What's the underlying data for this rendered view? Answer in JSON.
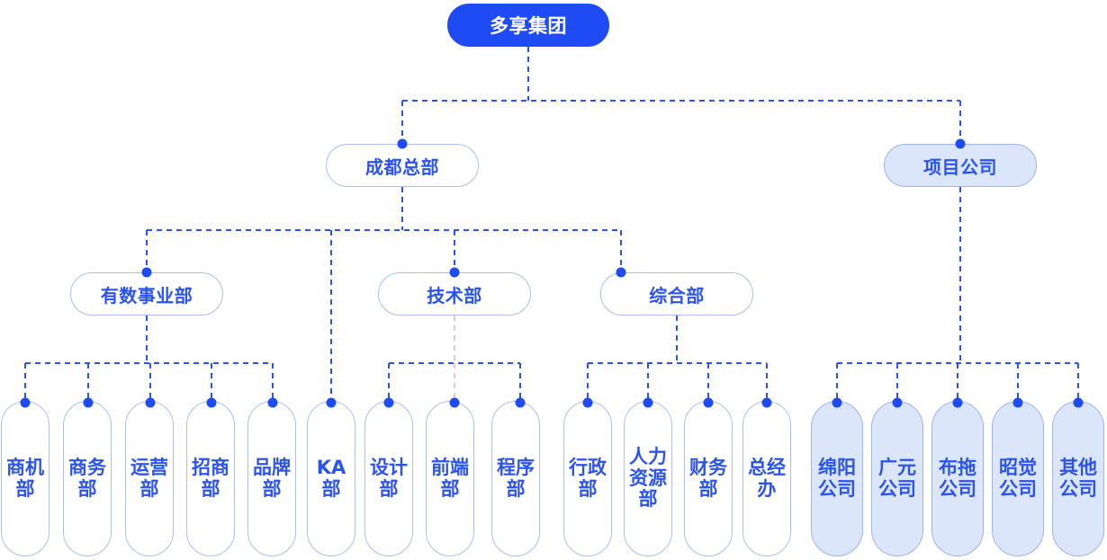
{
  "chart_title": "",
  "colors": {
    "accent": "#1f4bf5",
    "node_text": "#2b53f0",
    "outline_border": "#aebdf0",
    "tinted_fill": "#dbe6fb",
    "tinted_border": "#9db4ef",
    "edge_blue": "#2b53f0",
    "edge_gray": "#c7c7cf",
    "background": "#ffffff"
  },
  "org": {
    "root": {
      "label": "多享集团",
      "style": "solid"
    },
    "level1": [
      {
        "label": "成都总部",
        "style": "outline"
      },
      {
        "label": "项目公司",
        "style": "tinted"
      }
    ],
    "level2": [
      {
        "label": "有数事业部",
        "style": "outline",
        "parent": "成都总部"
      },
      {
        "label": "技术部",
        "style": "outline",
        "parent": "成都总部"
      },
      {
        "label": "综合部",
        "style": "outline",
        "parent": "成都总部"
      }
    ],
    "leaves": [
      {
        "label": "商机部",
        "style": "outline",
        "parent": "有数事业部"
      },
      {
        "label": "商务部",
        "style": "outline",
        "parent": "有数事业部"
      },
      {
        "label": "运营部",
        "style": "outline",
        "parent": "有数事业部"
      },
      {
        "label": "招商部",
        "style": "outline",
        "parent": "有数事业部"
      },
      {
        "label": "品牌部",
        "style": "outline",
        "parent": "有数事业部"
      },
      {
        "label": "KA部",
        "style": "outline",
        "parent": "成都总部"
      },
      {
        "label": "设计部",
        "style": "outline",
        "parent": "技术部"
      },
      {
        "label": "前端部",
        "style": "outline",
        "parent": "技术部"
      },
      {
        "label": "程序部",
        "style": "outline",
        "parent": "技术部"
      },
      {
        "label": "行政部",
        "style": "outline",
        "parent": "综合部"
      },
      {
        "label": "人力资源部",
        "style": "outline",
        "parent": "综合部"
      },
      {
        "label": "财务部",
        "style": "outline",
        "parent": "综合部"
      },
      {
        "label": "总经办",
        "style": "outline",
        "parent": "综合部"
      },
      {
        "label": "绵阳公司",
        "style": "tinted",
        "parent": "项目公司"
      },
      {
        "label": "广元公司",
        "style": "tinted",
        "parent": "项目公司"
      },
      {
        "label": "布拖公司",
        "style": "tinted",
        "parent": "项目公司"
      },
      {
        "label": "昭觉公司",
        "style": "tinted",
        "parent": "项目公司"
      },
      {
        "label": "其他公司",
        "style": "tinted",
        "parent": "项目公司"
      }
    ]
  }
}
